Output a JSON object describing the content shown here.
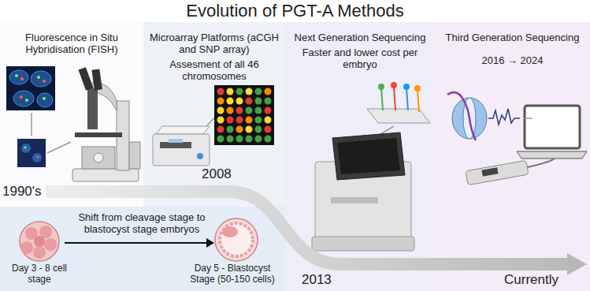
{
  "diagram": {
    "title": "Evolution of PGT-A Methods",
    "nodes": [
      {
        "text": [
          "Fluorescence in Situ Hybridisation (FISH)"
        ]
      },
      {
        "text": [
          "Microarray Platforms (aCGH and SNP array)",
          "Assesment of all 46 chromosomes"
        ]
      },
      {
        "text": [
          "Next Generation Sequencing",
          "Faster and lower cost per embryo"
        ]
      },
      {
        "text": [
          "Third Generation Sequencing",
          "2016 → 2024"
        ]
      },
      {
        "text": [
          "Shift from cleavage stage to blastocyst stage embryos",
          "Day 3 - 8 cell stage",
          "Day 5 - Blastocyst Stage (50-150 cells)"
        ]
      }
    ],
    "labels": [
      "1990's",
      "2008",
      "2013",
      "Currently"
    ]
  }
}
